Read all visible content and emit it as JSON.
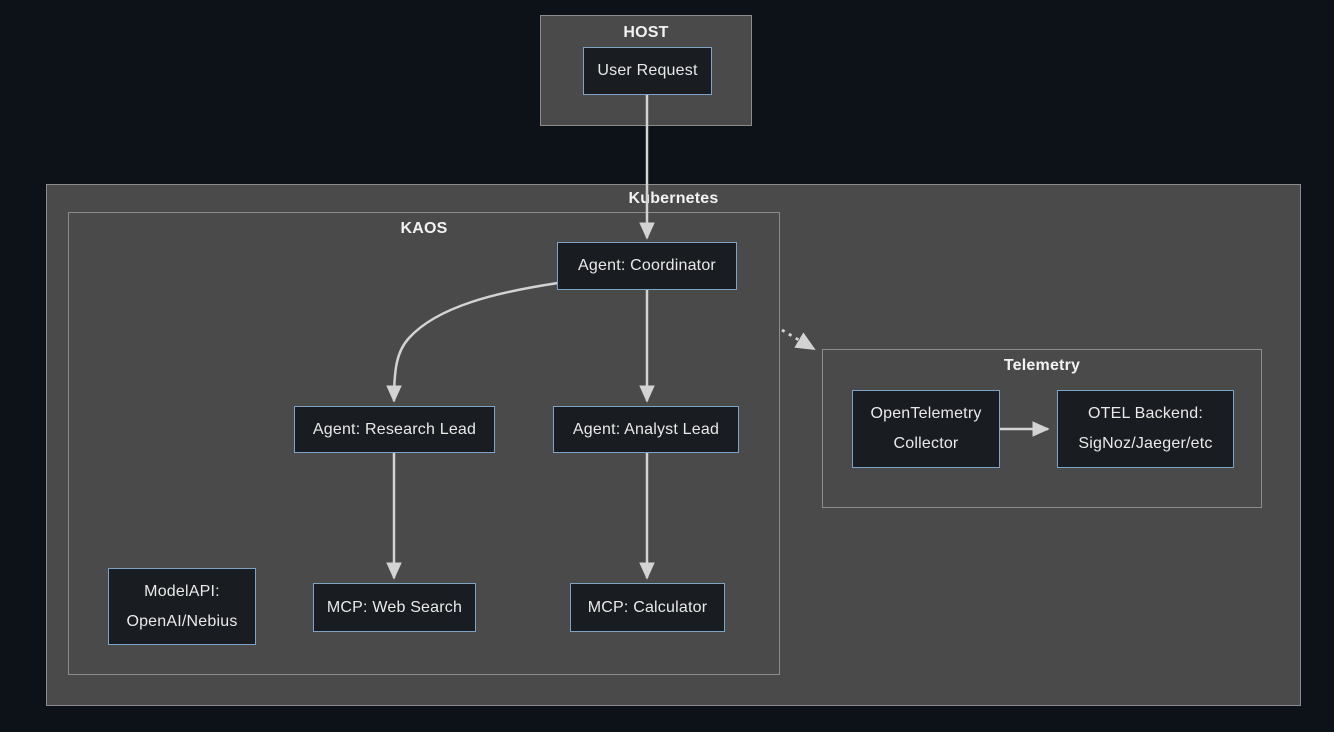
{
  "colors": {
    "background": "#0d1118",
    "cluster_fill": "#4a4a4a",
    "cluster_border": "#8c8c8c",
    "cluster_label_text": "#f2f2f2",
    "node_fill": "#191c20",
    "node_border": "#7da3c6",
    "node_text": "#e9e9e9",
    "edge_color": "#d3d3d3"
  },
  "diagram": {
    "clusters": {
      "host": {
        "label": "HOST"
      },
      "kubernetes": {
        "label": "Kubernetes"
      },
      "kaos": {
        "label": "KAOS"
      },
      "telemetry": {
        "label": "Telemetry"
      }
    },
    "nodes": {
      "user_request": {
        "label": "User Request"
      },
      "coordinator": {
        "label": "Agent: Coordinator"
      },
      "research_lead": {
        "label": "Agent: Research Lead"
      },
      "analyst_lead": {
        "label": "Agent: Analyst Lead"
      },
      "mcp_web_search": {
        "label": "MCP: Web Search"
      },
      "mcp_calculator": {
        "label": "MCP: Calculator"
      },
      "model_api": {
        "label": "ModelAPI:\nOpenAI/Nebius"
      },
      "otel_collector": {
        "label": "OpenTelemetry\nCollector"
      },
      "otel_backend": {
        "label": "OTEL Backend:\nSigNoz/Jaeger/etc"
      }
    },
    "edges": [
      {
        "from": "user_request",
        "to": "coordinator",
        "style": "solid"
      },
      {
        "from": "coordinator",
        "to": "research_lead",
        "style": "solid"
      },
      {
        "from": "coordinator",
        "to": "analyst_lead",
        "style": "solid"
      },
      {
        "from": "research_lead",
        "to": "mcp_web_search",
        "style": "solid"
      },
      {
        "from": "analyst_lead",
        "to": "mcp_calculator",
        "style": "solid"
      },
      {
        "from": "otel_collector",
        "to": "otel_backend",
        "style": "solid"
      },
      {
        "from": "kaos",
        "to": "telemetry",
        "style": "dotted"
      }
    ]
  }
}
